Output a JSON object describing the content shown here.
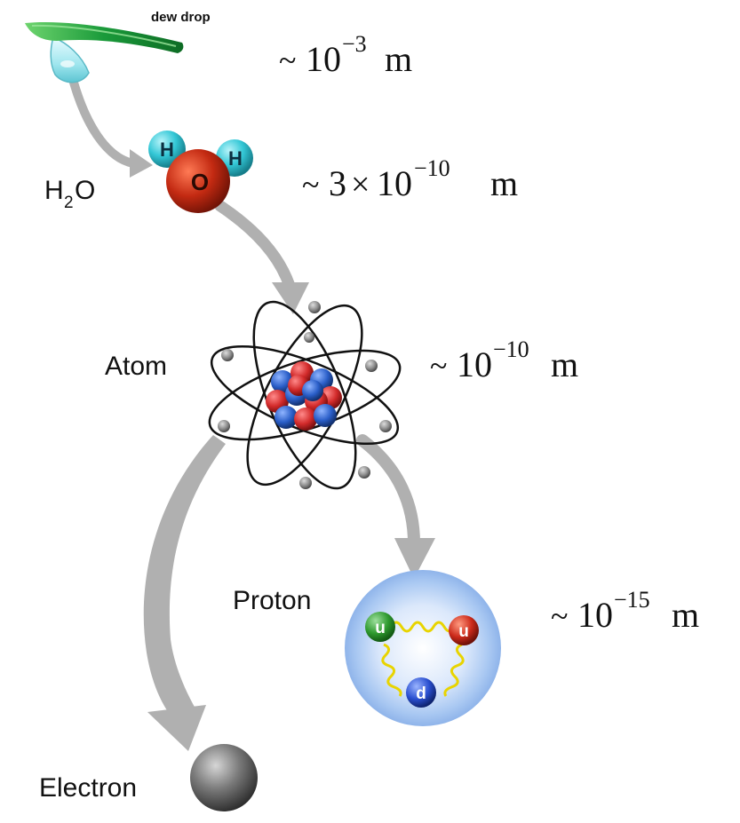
{
  "labels": {
    "dew_drop": "dew drop",
    "h2o_h": "H",
    "h2o_sub": "2",
    "h2o_o": "O",
    "atom": "Atom",
    "proton": "Proton",
    "electron": "Electron"
  },
  "scales": {
    "dew": {
      "tilde": "~",
      "mant": "10",
      "exp": "−3",
      "unit": "m"
    },
    "water": {
      "tilde": "~",
      "coef": "3",
      "times": "×",
      "mant": "10",
      "exp": "−10",
      "unit": "m"
    },
    "atom": {
      "tilde": "~",
      "mant": "10",
      "exp": "−10",
      "unit": "m"
    },
    "proton": {
      "tilde": "~",
      "mant": "10",
      "exp": "−15",
      "unit": "m"
    }
  },
  "molecule": {
    "oxygen": "O",
    "hydrogen_left": "H",
    "hydrogen_right": "H"
  },
  "quarks": {
    "top_left": "u",
    "top_right": "u",
    "bottom": "d"
  },
  "colors": {
    "arrow": "#b0b0b0",
    "leaf": "#1a9a3a",
    "oxygen": "#c32a12",
    "hydrogen": "#33c7d6",
    "nucleus_red": "#d22a2a",
    "nucleus_blue": "#2a5ec8",
    "electron": "#6a6a6a",
    "proton_halo": "#a9c8f2",
    "quark_green": "#2f9a2f",
    "quark_red": "#cc2a1a",
    "quark_blue": "#2a4fd0",
    "gluon": "#e8d400"
  }
}
